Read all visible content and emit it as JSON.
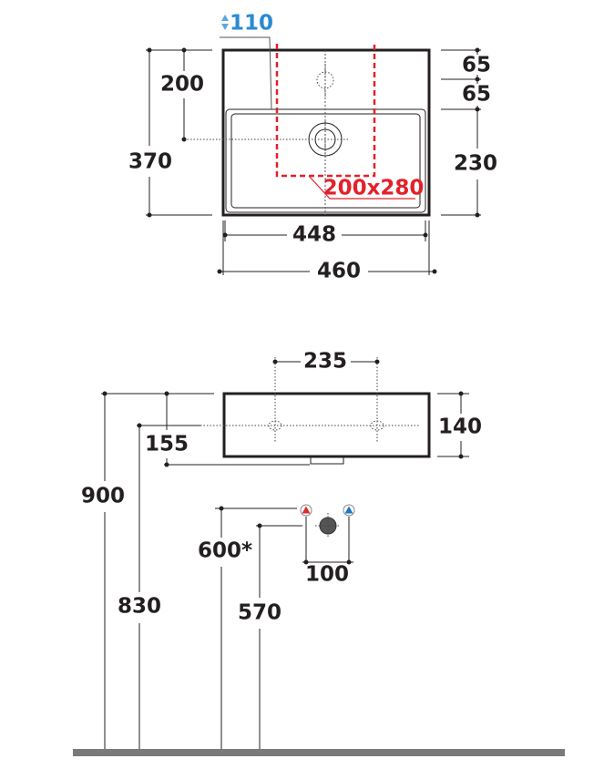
{
  "top_view": {
    "depth_label": "110",
    "cutout_label": "200x280",
    "dims": {
      "total_depth": "370",
      "drain_offset": "200",
      "tap_top": "65",
      "tap_bowl": "65",
      "bowl_depth": "230",
      "inner_width": "448",
      "outer_width": "460"
    }
  },
  "side_view": {
    "dims": {
      "hole_spacing": "235",
      "height": "140",
      "top_height": "900",
      "overflow_height": "830",
      "drain_drop": "155",
      "supply_height": "600*",
      "waste_height": "570",
      "supply_spacing": "100"
    }
  },
  "colors": {
    "hot": "#d9302a",
    "cold": "#1a77c2",
    "cutout": "#e4202a",
    "depth": "#2a8ad2",
    "floor": "#7a7a7c"
  }
}
